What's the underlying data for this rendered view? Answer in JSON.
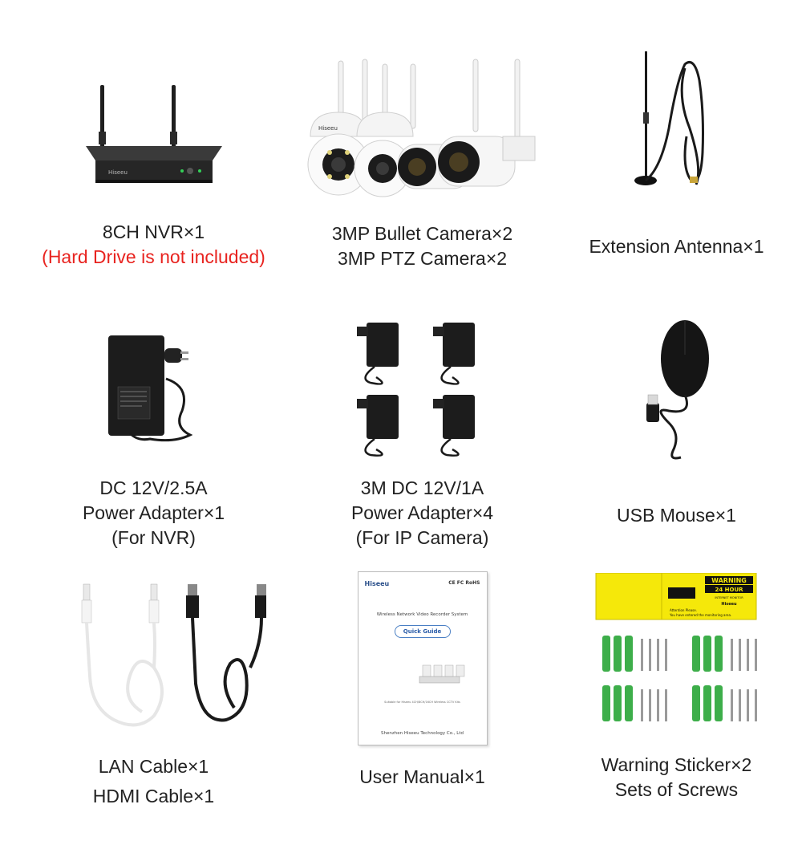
{
  "items": [
    {
      "lines": [
        "8CH NVR×1"
      ],
      "note": "(Hard Drive is not included)",
      "note_color": "#e8231f"
    },
    {
      "lines": [
        "3MP Bullet Camera×2",
        "3MP PTZ Camera×2"
      ],
      "logo": "Hiseeu"
    },
    {
      "lines": [
        "Extension Antenna×1"
      ]
    },
    {
      "lines": [
        "DC 12V/2.5A",
        "Power Adapter×1",
        "(For NVR)"
      ]
    },
    {
      "lines": [
        "3M DC 12V/1A",
        "Power Adapter×4",
        "(For IP Camera)"
      ]
    },
    {
      "lines": [
        "USB Mouse×1"
      ]
    },
    {
      "lines": [
        "LAN Cable×1",
        "HDMI Cable×1"
      ]
    },
    {
      "lines": [
        "User Manual×1"
      ]
    },
    {
      "lines": [
        "Warning Sticker×2",
        "Sets of Screws"
      ]
    }
  ],
  "manual": {
    "brand": "Hiseeu",
    "cert": "CE FC RoHS",
    "subtitle": "Wireless Network Video Recorder System",
    "button": "Quick Guide",
    "suitable": "Suitable for Hiseeu 4CH/8CH/16CH Wireless CCTV Kits",
    "company": "Shenzhen Hiseeu Technology Co., Ltd"
  },
  "sticker": {
    "heading": "WARNING",
    "sub": "24 HOUR",
    "sub2": "INTERNET MONITOR",
    "brand": "Hiseeu",
    "text1": "Attention Please.",
    "text2": "You have entered the monitoring area.",
    "bg_color": "#f5e80a"
  },
  "colors": {
    "accent_red": "#e8231f",
    "screw_anchor_green": "#3dae4a"
  }
}
